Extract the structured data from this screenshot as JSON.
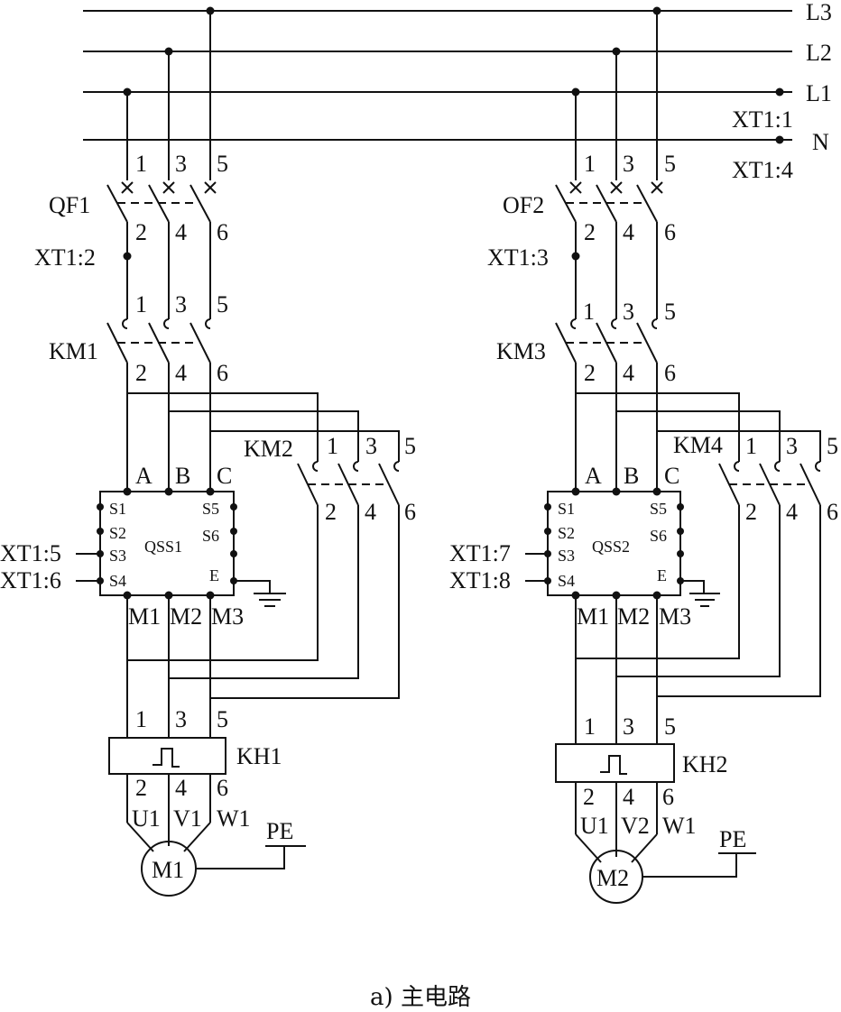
{
  "bus": {
    "l3": "L3",
    "l2": "L2",
    "l1": "L1",
    "n": "N",
    "xt1_1": "XT1:1",
    "xt1_4": "XT1:4"
  },
  "term": {
    "t1": "1",
    "t2": "2",
    "t3": "3",
    "t4": "4",
    "t5": "5",
    "t6": "6"
  },
  "left": {
    "breaker": "QF1",
    "breaker_xt": "XT1:2",
    "contactor_main": "KM1",
    "contactor_bypass": "KM2",
    "starter": "QSS1",
    "in_a": "A",
    "in_b": "B",
    "in_c": "C",
    "s1": "S1",
    "s2": "S2",
    "s3": "S3",
    "s4": "S4",
    "s5": "S5",
    "s6": "S6",
    "e": "E",
    "xt_s3": "XT1:5",
    "xt_s4": "XT1:6",
    "out_m1": "M1",
    "out_m2": "M2",
    "out_m3": "M3",
    "relay": "KH1",
    "u": "U1",
    "v": "V1",
    "w": "W1",
    "pe": "PE",
    "motor": "M1"
  },
  "right": {
    "breaker": "OF2",
    "breaker_xt": "XT1:3",
    "contactor_main": "KM3",
    "contactor_bypass": "KM4",
    "starter": "QSS2",
    "in_a": "A",
    "in_b": "B",
    "in_c": "C",
    "s1": "S1",
    "s2": "S2",
    "s3": "S3",
    "s4": "S4",
    "s5": "S5",
    "s6": "S6",
    "e": "E",
    "xt_s3": "XT1:7",
    "xt_s4": "XT1:8",
    "out_m1": "M1",
    "out_m2": "M2",
    "out_m3": "M3",
    "relay": "KH2",
    "u": "U1",
    "v": "V2",
    "w": "W1",
    "pe": "PE",
    "motor": "M2"
  },
  "caption": "a) 主电路"
}
